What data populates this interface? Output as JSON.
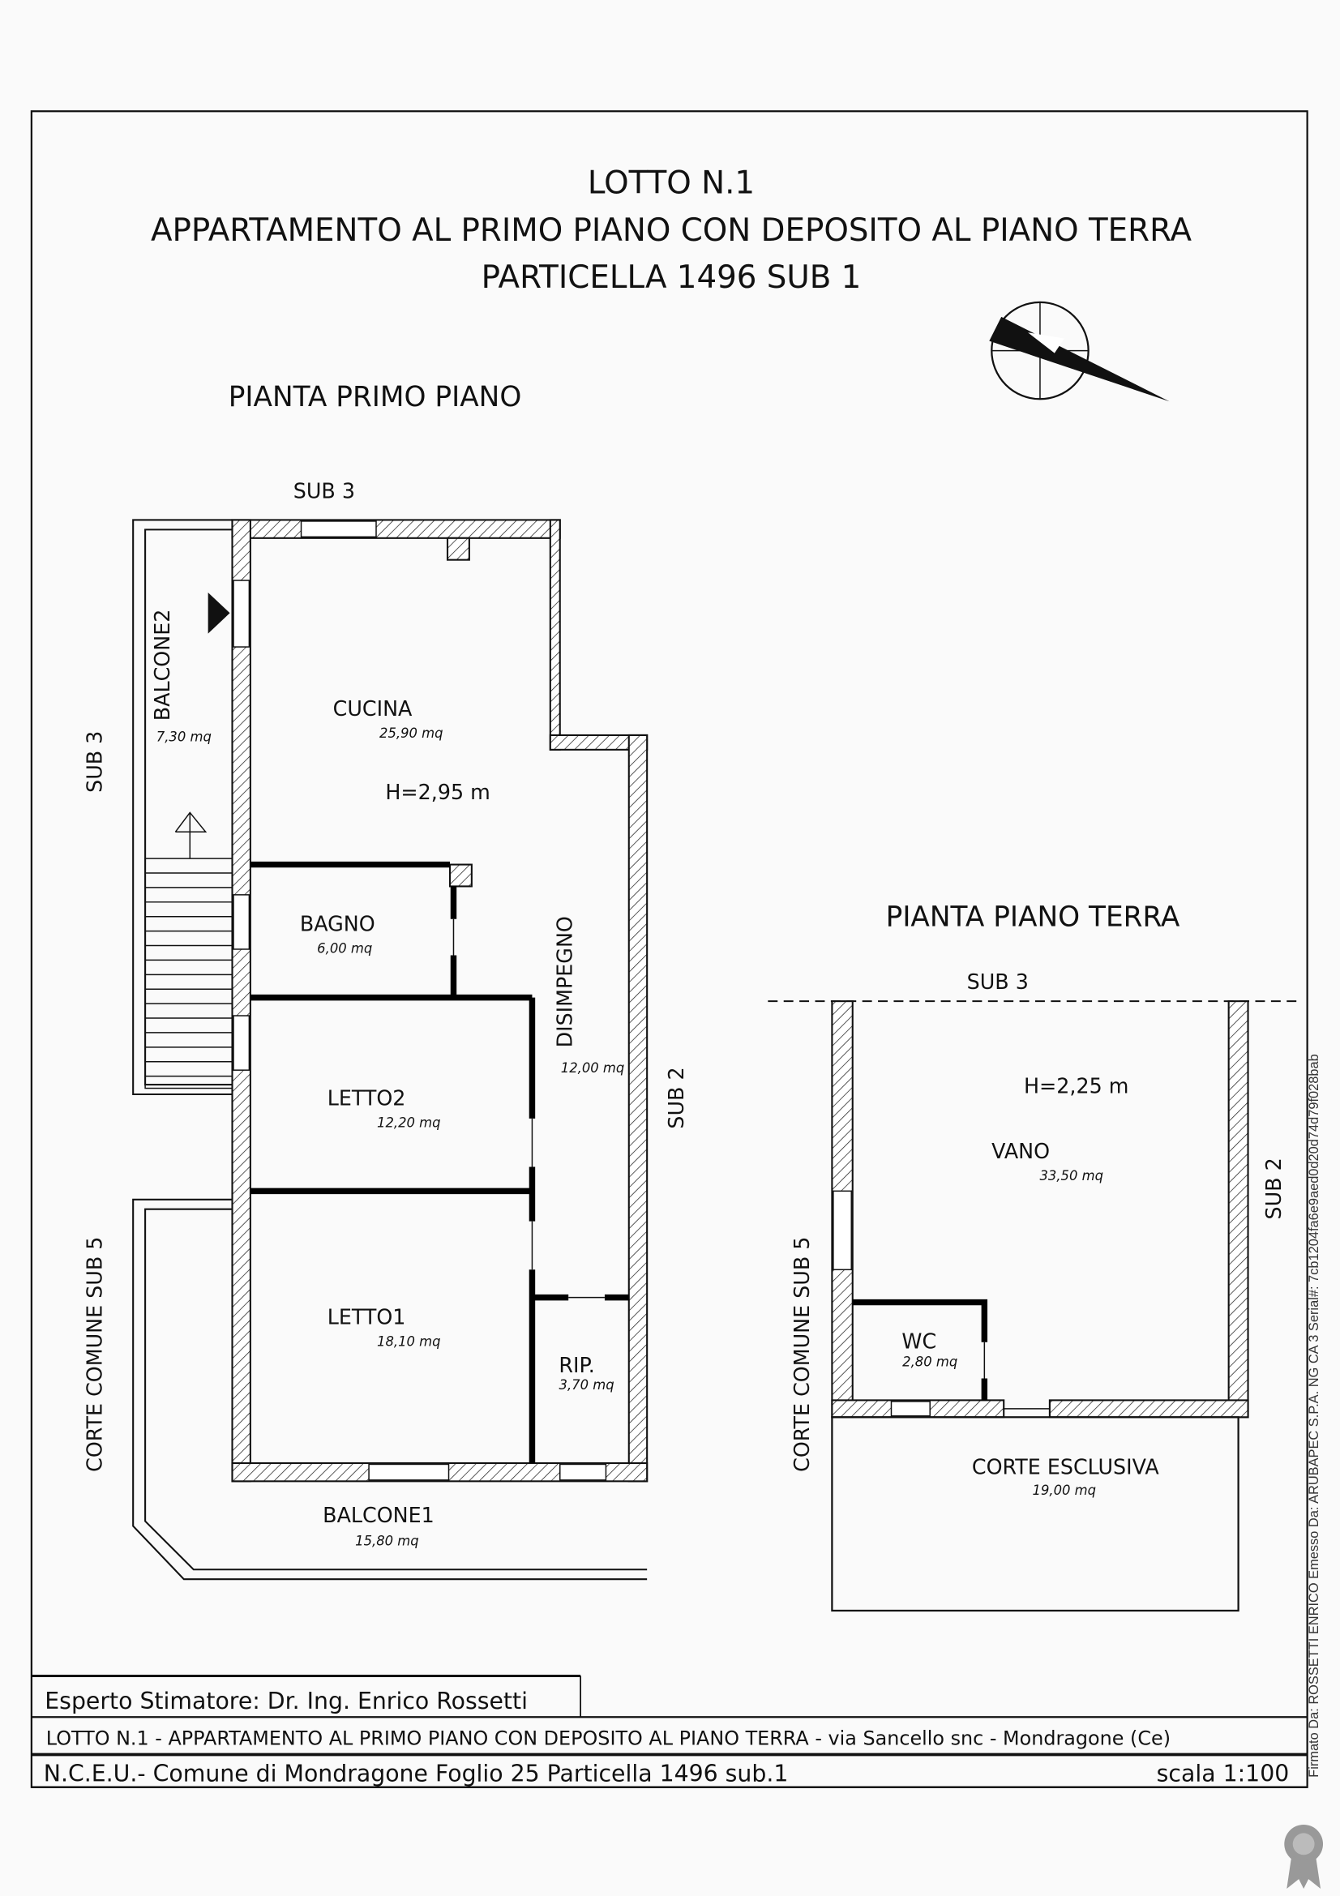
{
  "title": {
    "line1": "LOTTO N.1",
    "line2": "APPARTAMENTO AL PRIMO PIANO CON DEPOSITO AL PIANO TERRA",
    "line3": "PARTICELLA 1496 SUB 1"
  },
  "primo_piano": {
    "heading": "PIANTA PRIMO PIANO",
    "sub3_top": "SUB 3",
    "sub3_left": "SUB 3",
    "sub2": "SUB 2",
    "corte_comune": "CORTE COMUNE SUB 5",
    "height": "H=2,95 m",
    "rooms": [
      {
        "name": "CUCINA",
        "area": "25,90 mq"
      },
      {
        "name": "BAGNO",
        "area": "6,00 mq"
      },
      {
        "name": "LETTO2",
        "area": "12,20 mq"
      },
      {
        "name": "DISIMPEGNO",
        "area": "12,00 mq"
      },
      {
        "name": "LETTO1",
        "area": "18,10 mq"
      },
      {
        "name": "RIP.",
        "area": "3,70 mq"
      },
      {
        "name": "BALCONE1",
        "area": "15,80 mq"
      },
      {
        "name": "BALCONE2",
        "area": "7,30 mq"
      }
    ]
  },
  "piano_terra": {
    "heading": "PIANTA PIANO TERRA",
    "sub3": "SUB 3",
    "sub2": "SUB 2",
    "corte_comune": "CORTE COMUNE SUB 5",
    "height": "H=2,25 m",
    "rooms": [
      {
        "name": "VANO",
        "area": "33,50 mq"
      },
      {
        "name": "WC",
        "area": "2,80 mq"
      },
      {
        "name": "CORTE ESCLUSIVA",
        "area": "19,00 mq"
      }
    ]
  },
  "footer": {
    "expert": "Esperto Stimatore: Dr. Ing. Enrico Rossetti",
    "description": "LOTTO N.1 - APPARTAMENTO AL PRIMO PIANO CON DEPOSITO AL PIANO TERRA - via Sancello snc - Mondragone (Ce)",
    "cadastre": "N.C.E.U.- Comune di Mondragone Foglio 25 Particella 1496 sub.1",
    "scale": "scala 1:100"
  },
  "signature": "Firmato Da: ROSSETTI ENRICO Emesso Da: ARUBAPEC S.P.A. NG CA 3 Serial#: 7cb1204fa6e9aed0d20d74d79f028bab",
  "icons": {
    "north": "north-arrow-icon",
    "entrance": "entrance-arrow-icon",
    "stamp": "digital-seal-icon"
  }
}
